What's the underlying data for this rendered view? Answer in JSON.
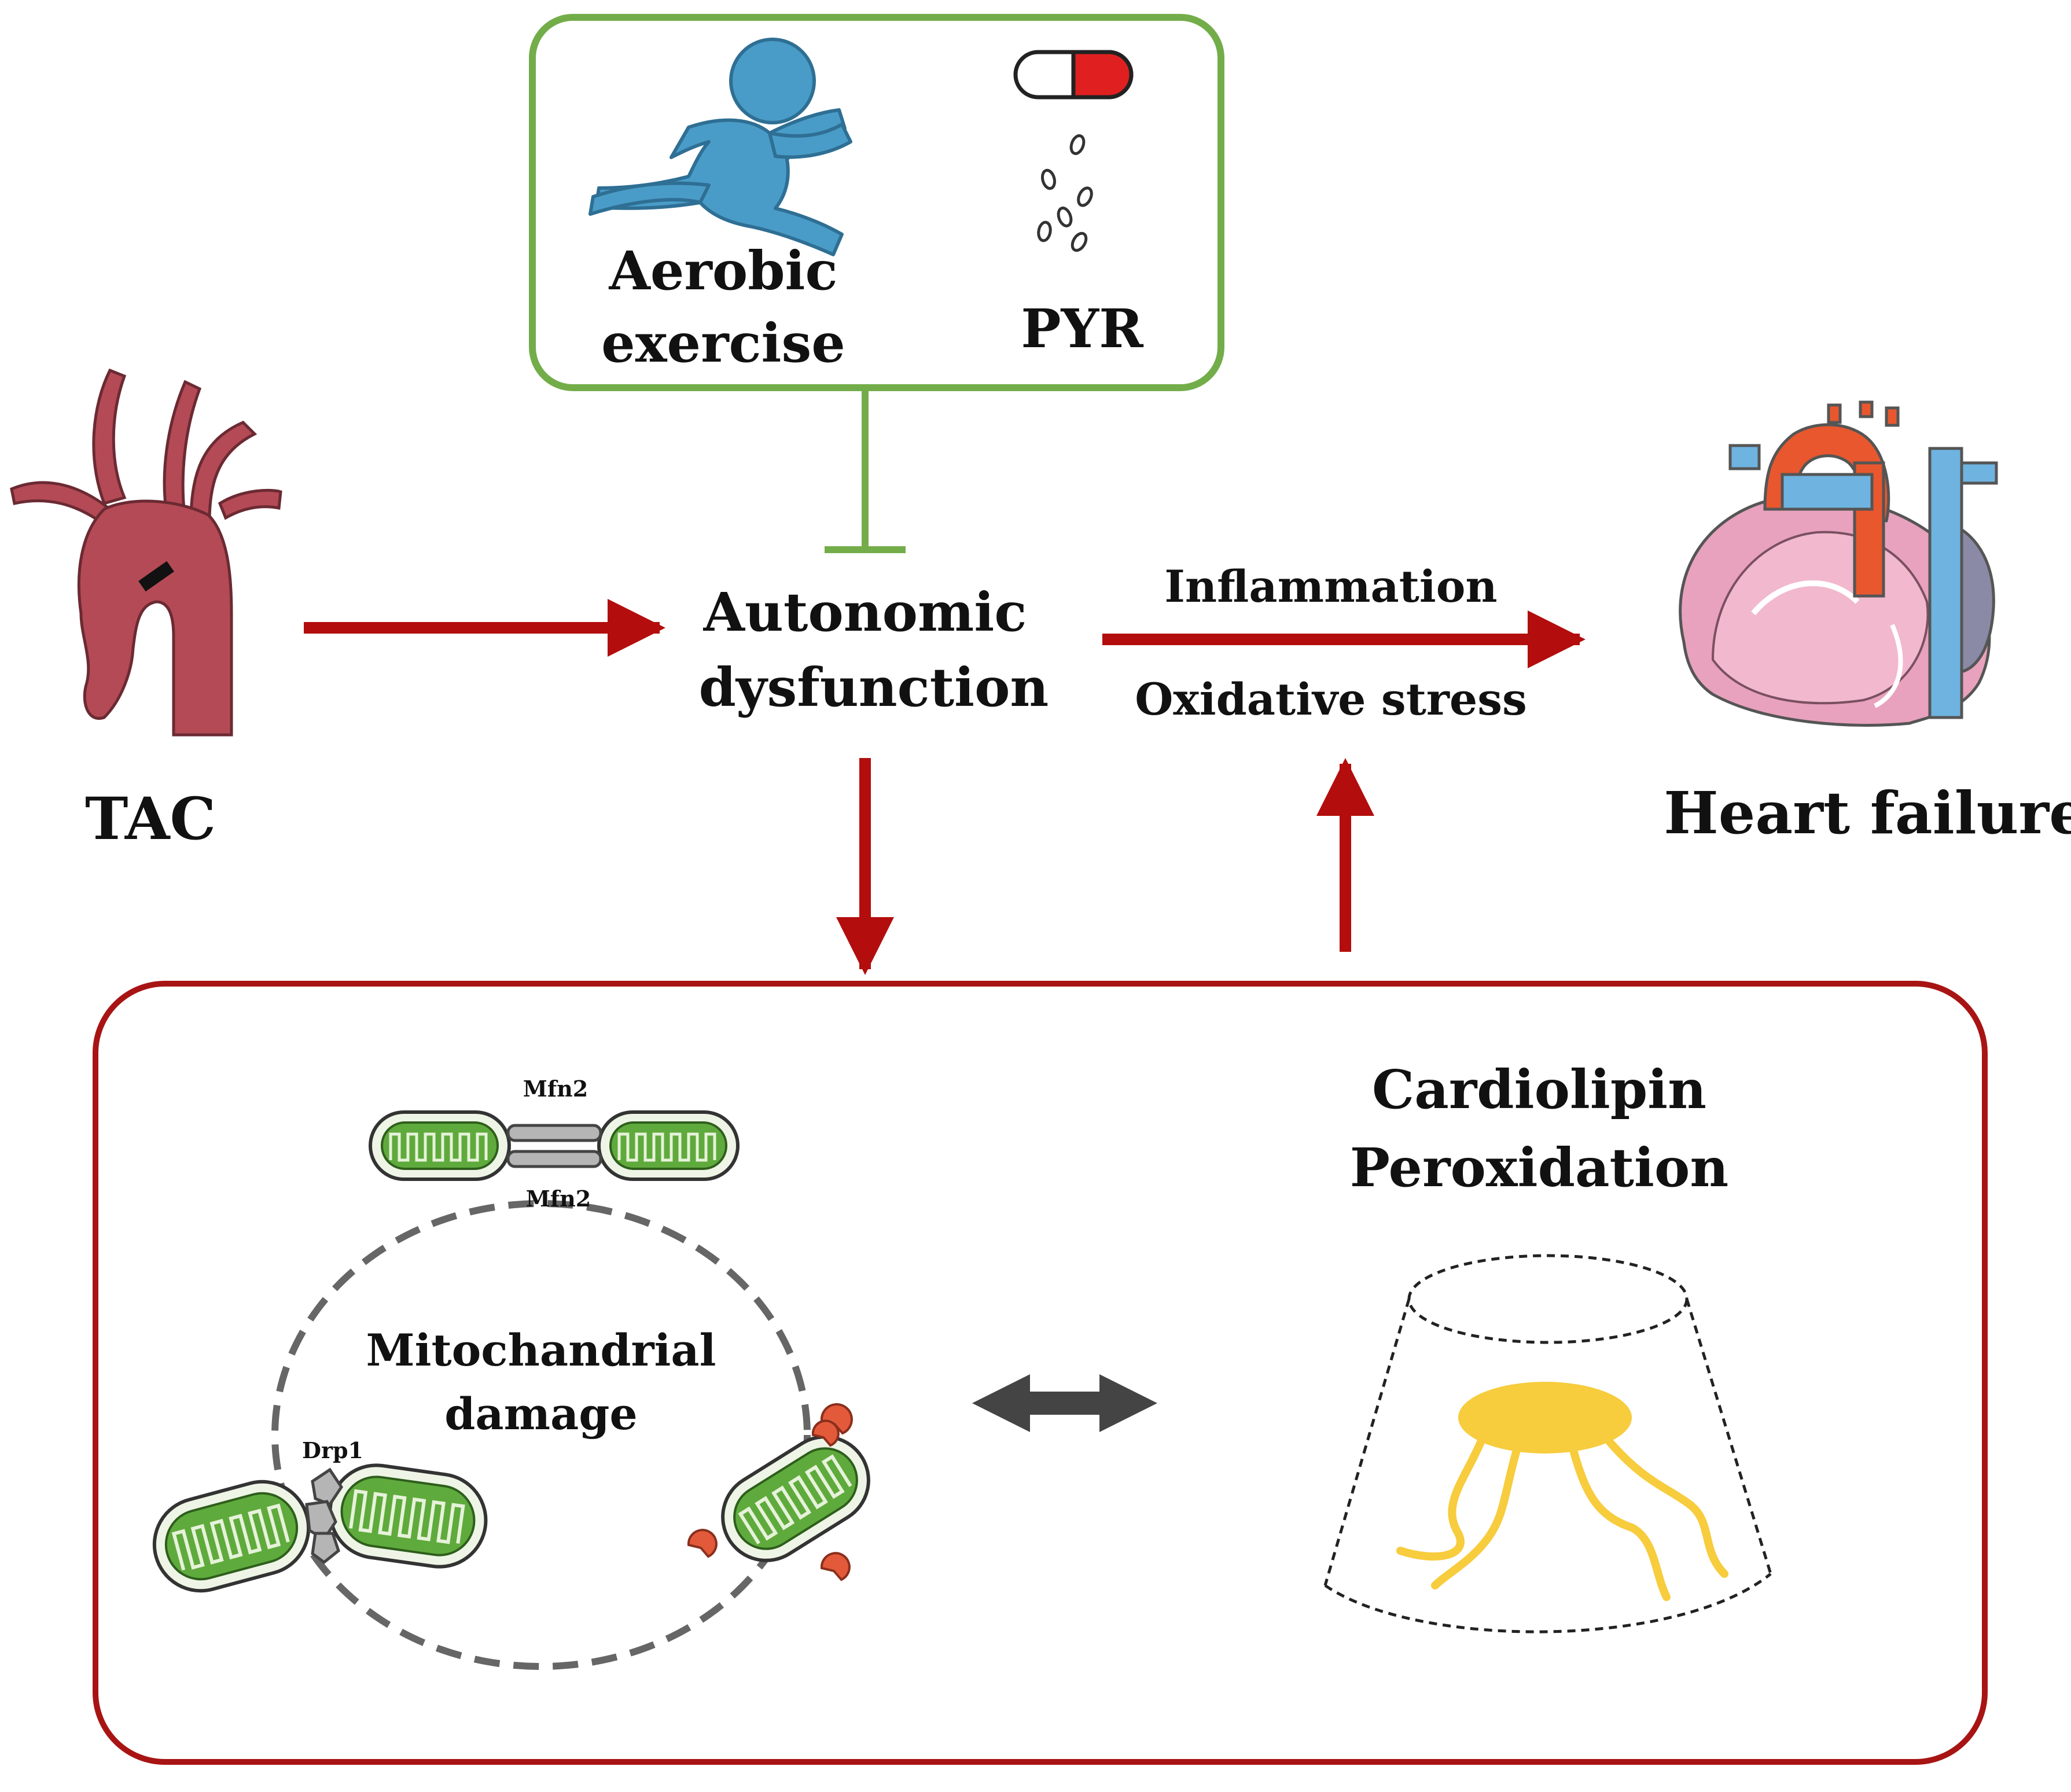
{
  "intervention": {
    "exercise_label_line1": "Aerobic",
    "exercise_label_line2": "exercise",
    "drug_label": "PYR"
  },
  "nodes": {
    "tac_label": "TAC",
    "autonomic_line1": "Autonomic",
    "autonomic_line2": "dysfunction",
    "heart_failure_label": "Heart failure"
  },
  "pathway": {
    "inflammation_label": "Inflammation",
    "oxidative_stress_label": "Oxidative stress"
  },
  "mechanism": {
    "mito_damage_line1": "Mitochandrial",
    "mito_damage_line2": "damage",
    "mfn2_top_label": "Mfn2",
    "mfn2_bottom_label": "Mfn2",
    "drp1_label": "Drp1",
    "cardiolipin_line1": "Cardiolipin",
    "cardiolipin_line2": "Peroxidation"
  },
  "colors": {
    "arrow_red": "#b30d0d",
    "inhibit_green": "#73ad4a",
    "box_red": "#a81414",
    "mito_green": "#5faa3c",
    "cardiolipin_yellow": "#f7cc3d",
    "aorta_red": "#b44a55",
    "runner_blue": "#4a9cc8"
  }
}
